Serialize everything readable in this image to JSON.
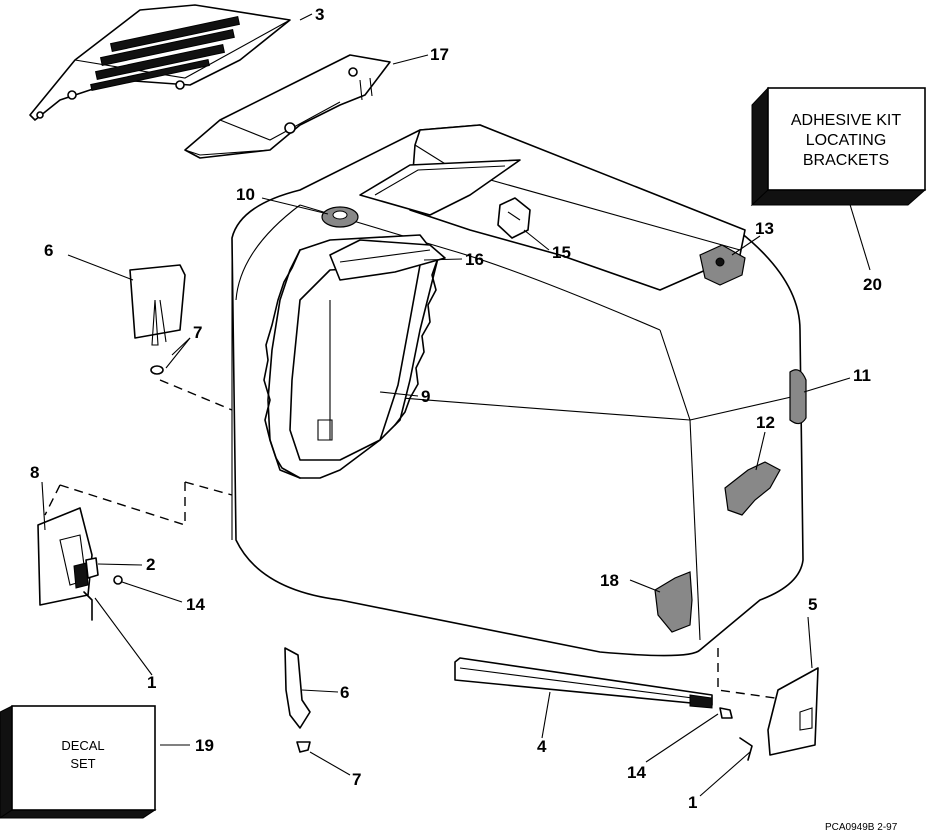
{
  "callouts": {
    "c1a": "1",
    "c1b": "1",
    "c2": "2",
    "c3": "3",
    "c4": "4",
    "c5": "5",
    "c6a": "6",
    "c6b": "6",
    "c7a": "7",
    "c7b": "7",
    "c8": "8",
    "c9": "9",
    "c10": "10",
    "c11": "11",
    "c12": "12",
    "c13": "13",
    "c14a": "14",
    "c14b": "14",
    "c15": "15",
    "c16": "16",
    "c17": "17",
    "c18": "18",
    "c19": "19",
    "c20": "20"
  },
  "adhesive_kit": {
    "line1": "ADHESIVE KIT",
    "line2": "LOCATING",
    "line3": "BRACKETS"
  },
  "decal_set": {
    "line1": "DECAL",
    "line2": "SET"
  },
  "drawing_code": "PCA0949B  2-97"
}
